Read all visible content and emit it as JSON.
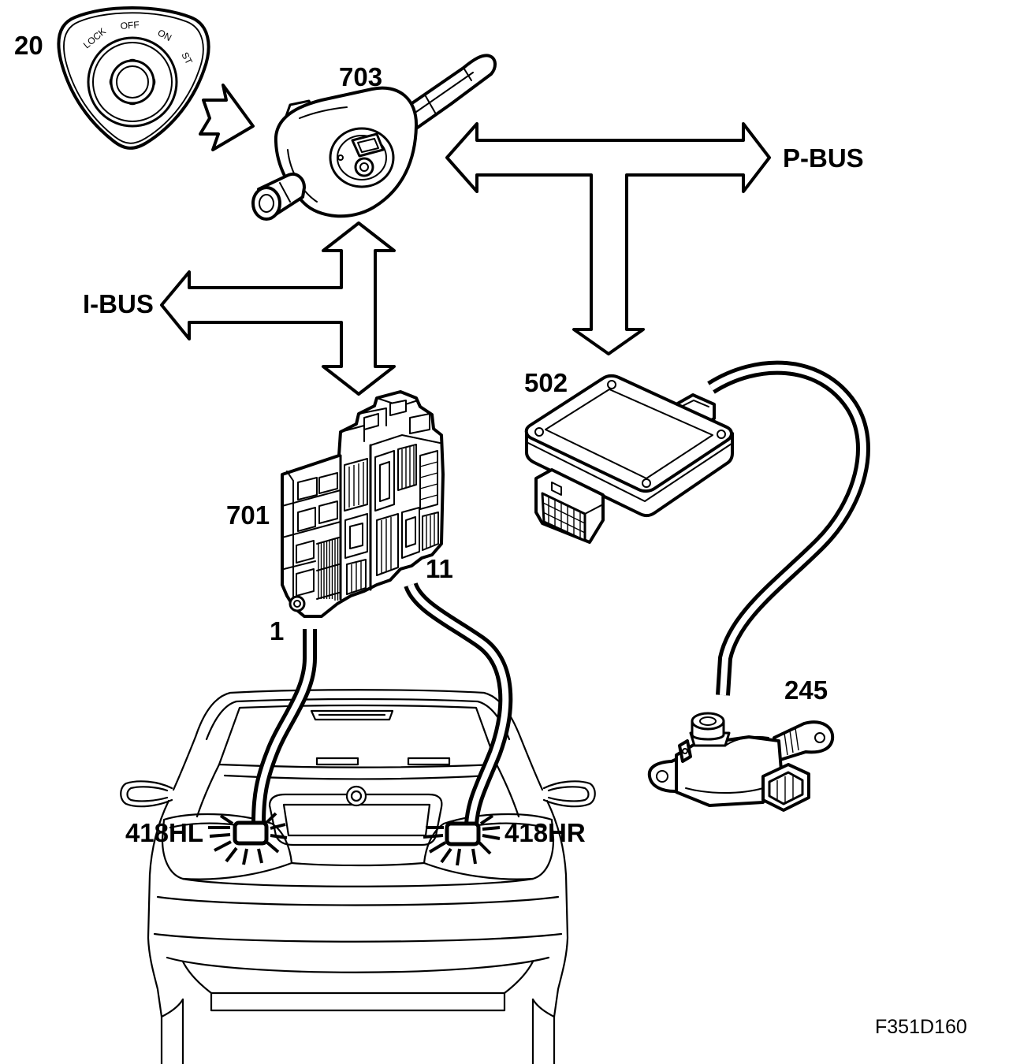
{
  "components": {
    "ignition_switch": {
      "ref": "20",
      "positions": [
        "LOCK",
        "OFF",
        "ON",
        "ST"
      ]
    },
    "module_703": {
      "ref": "703"
    },
    "module_502": {
      "ref": "502"
    },
    "module_701": {
      "ref": "701",
      "pins": [
        "1",
        "11"
      ]
    },
    "sensor_245": {
      "ref": "245"
    },
    "lamp_left": {
      "ref": "418HL"
    },
    "lamp_right": {
      "ref": "418HR"
    }
  },
  "buses": {
    "p_bus": "P-BUS",
    "i_bus": "I-BUS"
  },
  "figure_id": "F351D160"
}
